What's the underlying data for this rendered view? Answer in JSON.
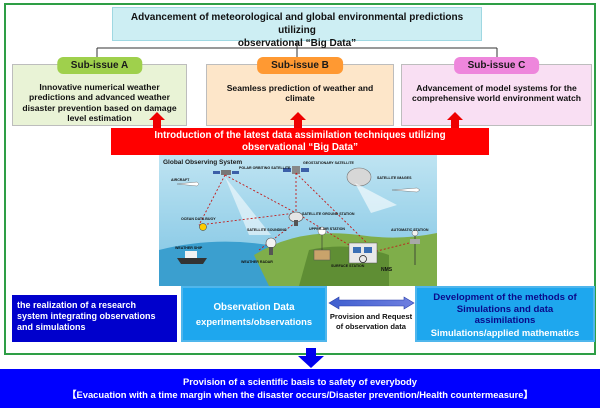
{
  "top": {
    "title_line1": "Advancement of meteorological and global environmental predictions utilizing",
    "title_line2": "observational “Big Data”"
  },
  "subissues": [
    {
      "tag": "Sub-issue A",
      "text_lines": [
        "Innovative numerical weather",
        "predictions and advanced weather",
        "disaster prevention based on damage",
        "level estimation"
      ],
      "tag_color": "#9fd04c",
      "box_color": "#e9f3d6"
    },
    {
      "tag": "Sub-issue B",
      "text_lines": [
        "Seamless prediction of weather and",
        "climate"
      ],
      "tag_color": "#ff9932",
      "box_color": "#fde6c9"
    },
    {
      "tag": "Sub-issue C",
      "text_lines": [
        "Advancement of model systems for the",
        "comprehensive world environment watch"
      ],
      "tag_color": "#ee86dc",
      "box_color": "#f9dff3"
    }
  ],
  "banner": {
    "line1": "Introduction of the latest data assimilation techniques utilizing",
    "line2": "observational “Big Data”",
    "color": "#ff0000"
  },
  "illustration": {
    "title": "Global Observing System",
    "labels": {
      "aircraft": "AIRCRAFT",
      "polar": "POLAR ORBITING SATELLITE",
      "geo": "GEOSTATIONARY SATELLITE",
      "satellite_images": "SATELLITE IMAGES",
      "ocean_buoy": "OCEAN DATA BUOY",
      "satellite_sounding": "SATELLITE SOUNDING",
      "weather_radar": "WEATHER RADAR",
      "ground_station": "SATELLITE GROUND STATION",
      "upper_air": "UPPER-AIR STATION",
      "surface_station": "SURFACE STATION",
      "weather_ship": "WEATHER SHIP",
      "auto_station": "AUTOMATIC STATION",
      "nms": "NMS"
    }
  },
  "realization": {
    "line1": "the realization of a research",
    "line2": "system integrating observations",
    "line3": "and simulations"
  },
  "observation": {
    "title": "Observation Data",
    "subtitle": "experiments/observations"
  },
  "provision": {
    "line1": "Provision and Request",
    "line2": "of observation data"
  },
  "development": {
    "line1": "Development of the methods of",
    "line2": "Simulations and data",
    "line3": "assimilations",
    "line4": "Simulations/applied mathematics"
  },
  "bottom": {
    "line1": "Provision of a scientific basis to safety of everybody",
    "line2": "【Evacuation with a time margin when the disaster occurs/Disaster prevention/Health countermeasure】"
  },
  "colors": {
    "frame": "#2e9e45",
    "blue_box": "#1ea7ee",
    "dark_blue": "#0000cc",
    "bright_blue": "#0000ff"
  }
}
